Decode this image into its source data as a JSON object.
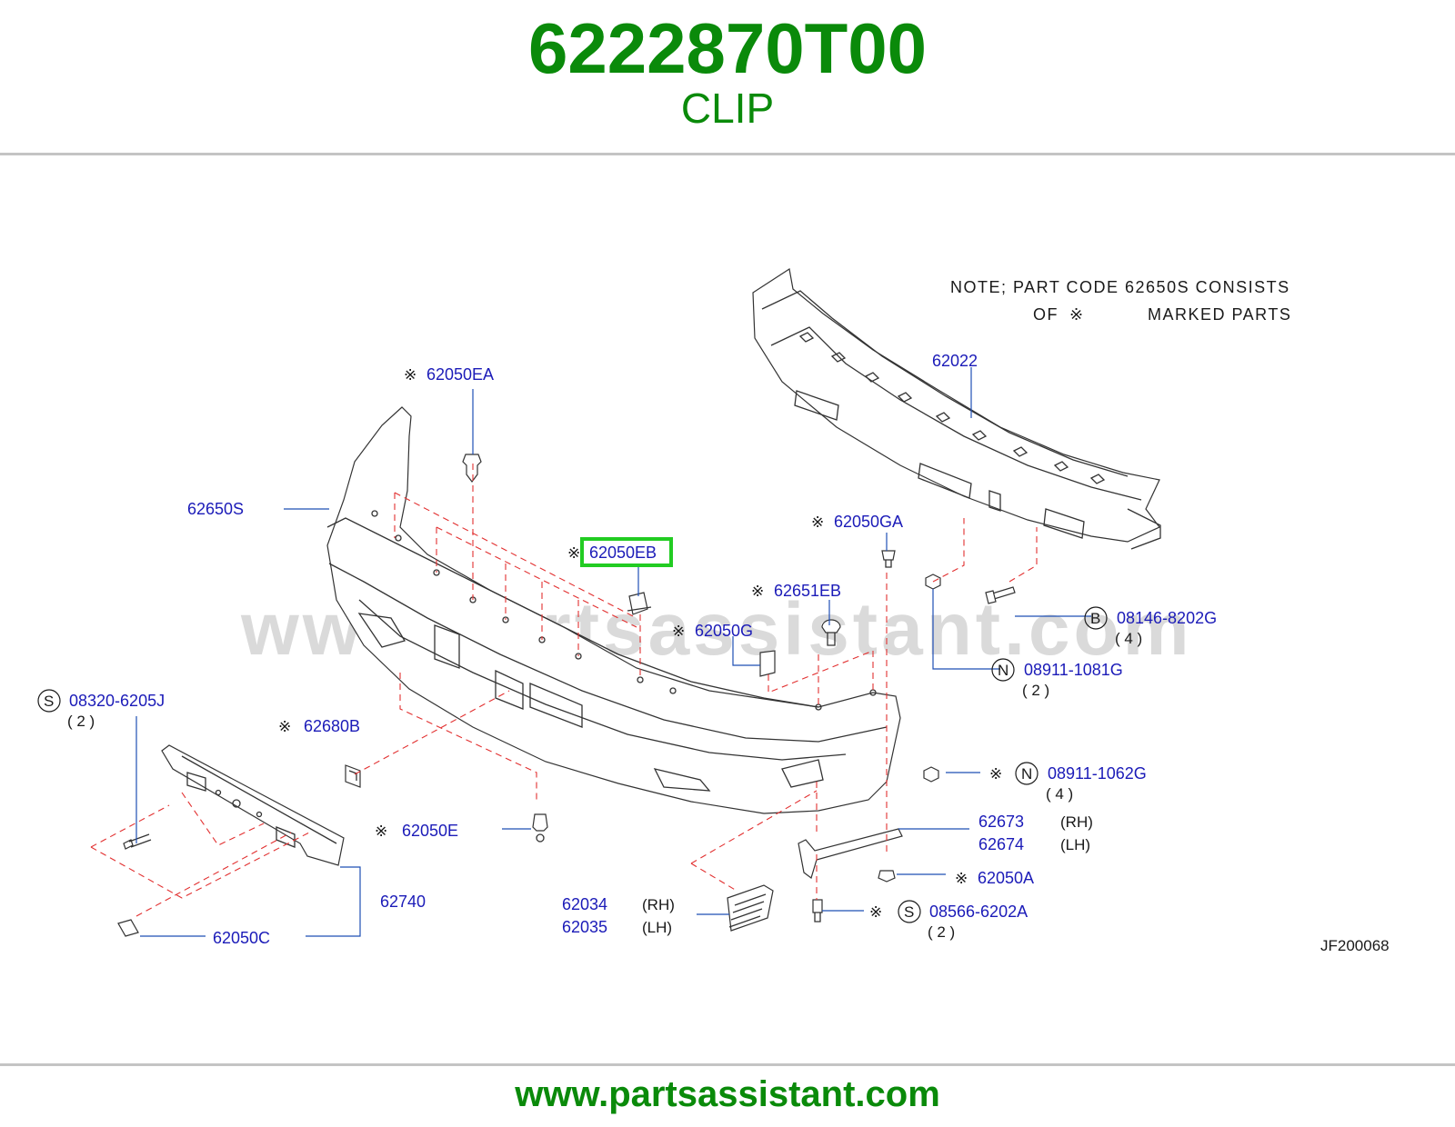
{
  "header": {
    "part_number": "6222870T00",
    "part_name": "CLIP"
  },
  "watermark": "www.partsassistant.com",
  "note": {
    "line1": "NOTE;  PART  CODE  62650S  CONSISTS",
    "line2_of": "OF",
    "line2_marked": "MARKED  PARTS",
    "mark_symbol": "※"
  },
  "labels": {
    "p62022": "62022",
    "p62050EA": "62050EA",
    "p62650S": "62650S",
    "p62050EB": "62050EB",
    "p62050GA": "62050GA",
    "p62651EB": "62651EB",
    "p62050G": "62050G",
    "p08146": "08146-8202G",
    "p08146_qty": "( 4 )",
    "p08911_1081": "08911-1081G",
    "p08911_1081_qty": "( 2 )",
    "p08320": "08320-6205J",
    "p08320_qty": "( 2 )",
    "p62680B": "62680B",
    "p08911_1062": "08911-1062G",
    "p08911_1062_qty": "( 4 )",
    "p62673": "62673",
    "p62674": "62674",
    "p62050E": "62050E",
    "p62050A": "62050A",
    "p62740": "62740",
    "p62034": "62034",
    "p62035": "62035",
    "p08566": "08566-6202A",
    "p08566_qty": "( 2 )",
    "p62050C": "62050C",
    "rh": "(RH)",
    "lh": "(LH)",
    "mark": "※",
    "circle_b": "B",
    "circle_n": "N",
    "circle_s": "S"
  },
  "diagram_code": "JF200068",
  "highlight_color": "#22cc22",
  "footer": {
    "url": "www.partsassistant.com"
  }
}
